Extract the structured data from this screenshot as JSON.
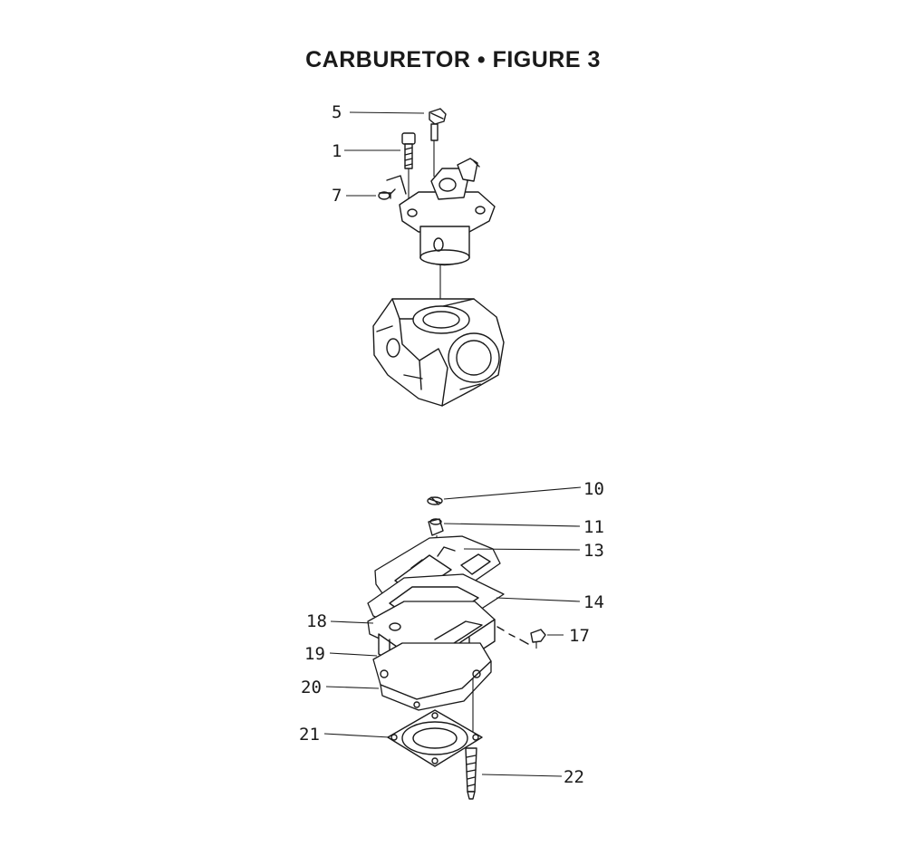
{
  "title": "CARBURETOR • FIGURE 3",
  "callouts": [
    {
      "id": "c5",
      "label": "5"
    },
    {
      "id": "c1",
      "label": "1"
    },
    {
      "id": "c7",
      "label": "7"
    },
    {
      "id": "c10",
      "label": "10"
    },
    {
      "id": "c11",
      "label": "11"
    },
    {
      "id": "c13",
      "label": "13"
    },
    {
      "id": "c14",
      "label": "14"
    },
    {
      "id": "c18",
      "label": "18"
    },
    {
      "id": "c17",
      "label": "17"
    },
    {
      "id": "c19",
      "label": "19"
    },
    {
      "id": "c20",
      "label": "20"
    },
    {
      "id": "c21",
      "label": "21"
    },
    {
      "id": "c22",
      "label": "22"
    }
  ]
}
